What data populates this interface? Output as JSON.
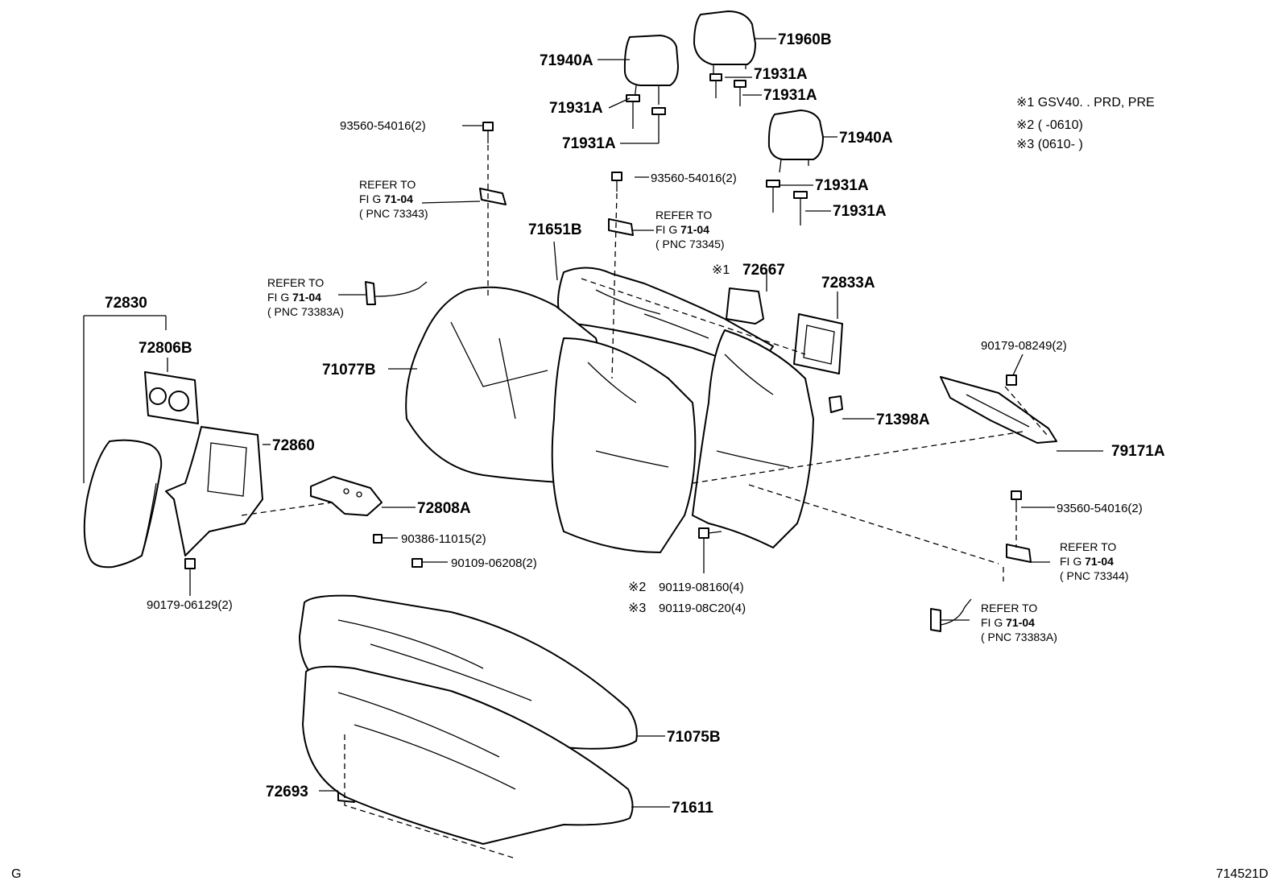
{
  "labels": {
    "p71940A_top": "71940A",
    "p71960B": "71960B",
    "p71931A_1": "71931A",
    "p71931A_2": "71931A",
    "p71931A_3": "71931A",
    "p71931A_4": "71931A",
    "p71931A_5": "71931A",
    "p71931A_6": "71931A",
    "p71940A_right": "71940A",
    "p93560_top": "93560-54016(2)",
    "p93560_mid": "93560-54016(2)",
    "p93560_right": "93560-54016(2)",
    "p71651B": "71651B",
    "p72667": "72667",
    "p72833A": "72833A",
    "p72830": "72830",
    "p72806B": "72806B",
    "p71077B": "71077B",
    "p90179_08249": "90179-08249(2)",
    "p71398A": "71398A",
    "p79171A": "79171A",
    "p72860": "72860",
    "p72808A": "72808A",
    "p90386": "90386-11015(2)",
    "p90109": "90109-06208(2)",
    "p90179_06129": "90179-06129(2)",
    "p90119_08160": "90119-08160(4)",
    "p90119_08C20": "90119-08C20(4)",
    "p71075B": "71075B",
    "p72693": "72693",
    "p71611": "71611",
    "mark1": "※1",
    "mark2": "※2",
    "mark3": "※3"
  },
  "refs": [
    {
      "l1": "REFER TO",
      "l2": "FI G",
      "fig": "71-04",
      "l3": "( PNC 73343)"
    },
    {
      "l1": "REFER TO",
      "l2": "FI G",
      "fig": "71-04",
      "l3": "( PNC 73345)"
    },
    {
      "l1": "REFER TO",
      "l2": "FI G",
      "fig": "71-04",
      "l3": "( PNC 73383A)"
    },
    {
      "l1": "REFER TO",
      "l2": "FI G",
      "fig": "71-04",
      "l3": "( PNC 73344)"
    },
    {
      "l1": "REFER TO",
      "l2": "FI G",
      "fig": "71-04",
      "l3": "( PNC 73383A)"
    }
  ],
  "notes": [
    {
      "mark": "※1",
      "text": "GSV40. . PRD, PRE"
    },
    {
      "mark": "※2",
      "text": "(       -0610)"
    },
    {
      "mark": "※3",
      "text": "(0610-       )"
    }
  ],
  "footer": {
    "left": "G",
    "right": "714521D"
  }
}
